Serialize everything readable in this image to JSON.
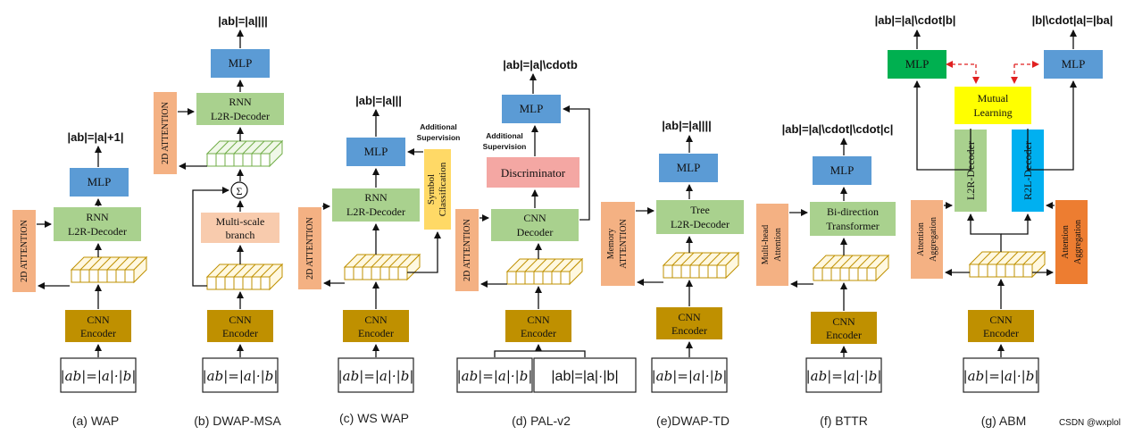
{
  "colors": {
    "blue": "#5b9bd5",
    "green": "#a9d18e",
    "peach": "#f4b183",
    "gold": "#bf9000",
    "pink": "#f4a7a3",
    "light_orange": "#f8cbad",
    "yellow": "#ffff00",
    "dark_green": "#00b050",
    "cyan": "#00b0f0",
    "orange": "#ed7d31",
    "red_arrow": "#e02020"
  },
  "labels": {
    "cnn_line1": "CNN",
    "encoder": "Encoder",
    "mlp": "MLP",
    "rnn": "RNN",
    "l2r_decoder": "L2R-Decoder",
    "attention_2d": "2D ATTENTION",
    "multiscale_line1": "Multi-scale",
    "multiscale_line2": "branch",
    "sum_symbol": "Σ",
    "symbol_class_line1": "Symbol",
    "symbol_class_line2": "Classification",
    "additional": "Additional",
    "supervision": "Supervision",
    "discriminator": "Discriminator",
    "cnn_decoder_line2": "Decoder",
    "memory": "Memory",
    "attention_caps": "ATTENTION",
    "tree": "Tree",
    "multihead": "Multi-head",
    "attention": "Attention",
    "bidirection": "Bi-direction",
    "transformer": "Transformer",
    "mutual": "Mutual",
    "learning": "Learning",
    "aggregation": "Aggregation",
    "r2l_decoder": "R2L-Decoder",
    "input_handwritten": "|ab|=|a|·|b|",
    "input_printed": "|ab|=|a|·|b|"
  },
  "outputs": {
    "wap": "|ab|=|a|+1|",
    "dwap_msa": "|ab|=|a||||",
    "ws_wap": "|ab|=|a|||",
    "pal_v2": "|ab|=|a|\\cdotb",
    "dwap_td": "|ab|=|a||||",
    "bttr": "|ab|=|a|\\cdot|\\cdot|c|",
    "abm_left": "|ab|=|a|\\cdot|b|",
    "abm_right": "|b|\\cdot|a|=|ba|"
  },
  "captions": {
    "a": "(a) WAP",
    "b": "(b) DWAP-MSA",
    "c": "(c) WS WAP",
    "d": "(d) PAL-v2",
    "e": "(e)DWAP-TD",
    "f": "(f) BTTR",
    "g": "(g) ABM"
  },
  "watermark": "CSDN @wxplol"
}
